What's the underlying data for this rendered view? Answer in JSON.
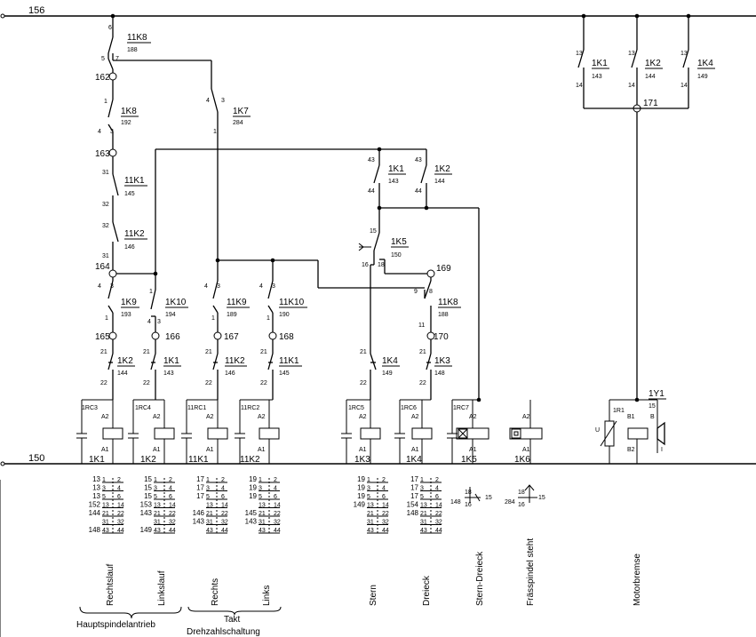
{
  "rails": {
    "top": "156",
    "bottom": "150"
  },
  "nodes": {
    "n162": "162",
    "n163": "163",
    "n164": "164",
    "n165": "165",
    "n166": "166",
    "n167": "167",
    "n168": "168",
    "n169": "169",
    "n170": "170",
    "n171": "171"
  },
  "contacts": {
    "c11K8a": {
      "name": "11K8",
      "ref": "188",
      "p1": "6",
      "p2": "5",
      "p3": "7"
    },
    "c1K8": {
      "name": "1K8",
      "ref": "192",
      "p1": "1",
      "p2": "4",
      "p3": "3"
    },
    "c1K7": {
      "name": "1K7",
      "ref": "284",
      "p1": "4",
      "p2": "3",
      "p3": "1"
    },
    "c11K1a": {
      "name": "11K1",
      "ref": "145",
      "p1": "31",
      "p2": "32"
    },
    "c11K2a": {
      "name": "11K2",
      "ref": "146",
      "p1": "32",
      "p2": "31"
    },
    "c1K9": {
      "name": "1K9",
      "ref": "193",
      "p1": "4",
      "p2": "3",
      "p3": "1"
    },
    "c1K10": {
      "name": "1K10",
      "ref": "194",
      "p1": "1",
      "p2": "4",
      "p3": "3"
    },
    "c11K9": {
      "name": "11K9",
      "ref": "189",
      "p1": "4",
      "p2": "3",
      "p3": "1"
    },
    "c11K10": {
      "name": "11K10",
      "ref": "190",
      "p1": "4",
      "p2": "3",
      "p3": "1"
    },
    "c1K2a": {
      "name": "1K2",
      "ref": "144",
      "p1": "21",
      "p2": "22"
    },
    "c1K1a": {
      "name": "1K1",
      "ref": "143",
      "p1": "21",
      "p2": "22"
    },
    "c11K2b": {
      "name": "11K2",
      "ref": "146",
      "p1": "21",
      "p2": "22"
    },
    "c11K1b": {
      "name": "11K1",
      "ref": "145",
      "p1": "21",
      "p2": "22"
    },
    "c1K1b": {
      "name": "1K1",
      "ref": "143",
      "p1": "43",
      "p2": "44"
    },
    "c1K2b": {
      "name": "1K2",
      "ref": "144",
      "p1": "43",
      "p2": "44"
    },
    "c1K5": {
      "name": "1K5",
      "ref": "150",
      "p1": "15",
      "p2": "16",
      "p3": "18"
    },
    "c11K8b": {
      "name": "11K8",
      "ref": "188",
      "p1": "9",
      "p2": "8",
      "p3": "11"
    },
    "c1K4a": {
      "name": "1K4",
      "ref": "149",
      "p1": "21",
      "p2": "22"
    },
    "c1K3a": {
      "name": "1K3",
      "ref": "148",
      "p1": "21",
      "p2": "22"
    },
    "c1K1c": {
      "name": "1K1",
      "ref": "143",
      "p1": "13",
      "p2": "14"
    },
    "c1K2c": {
      "name": "1K2",
      "ref": "144",
      "p1": "13",
      "p2": "14"
    },
    "c1K4b": {
      "name": "1K4",
      "ref": "149",
      "p1": "13",
      "p2": "14"
    }
  },
  "coils": {
    "k1": {
      "name": "1K1",
      "rc": "1RC3",
      "a1": "A1",
      "a2": "A2"
    },
    "k2": {
      "name": "1K2",
      "rc": "1RC4",
      "a1": "A1",
      "a2": "A2"
    },
    "k3": {
      "name": "11K1",
      "rc": "11RC1",
      "a1": "A1",
      "a2": "A2"
    },
    "k4": {
      "name": "11K2",
      "rc": "11RC2",
      "a1": "A1",
      "a2": "A2"
    },
    "k5": {
      "name": "1K3",
      "rc": "1RC5",
      "a1": "A1",
      "a2": "A2"
    },
    "k6": {
      "name": "1K4",
      "rc": "1RC6",
      "a1": "A1",
      "a2": "A2"
    },
    "k7": {
      "name": "1K5",
      "rc": "1RC7",
      "a1": "A1",
      "a2": "A2"
    },
    "k8": {
      "name": "1K6",
      "rc": "",
      "a1": "A1",
      "a2": "A2"
    },
    "y1": {
      "name": "1Y1",
      "ref": "15",
      "r": "1R1",
      "u": "U",
      "b1": "B1",
      "b2": "B2",
      "b": "B",
      "i": "I"
    }
  },
  "contact_tables": {
    "t1": {
      "rows": [
        [
          "13",
          "1",
          "2"
        ],
        [
          "13",
          "3",
          "4"
        ],
        [
          "13",
          "5",
          "6"
        ],
        [
          "152",
          "13",
          "14"
        ],
        [
          "144",
          "21",
          "22"
        ],
        [
          "",
          "31",
          "32"
        ],
        [
          "148",
          "43",
          "44"
        ]
      ]
    },
    "t2": {
      "rows": [
        [
          "15",
          "1",
          "2"
        ],
        [
          "15",
          "3",
          "4"
        ],
        [
          "15",
          "5",
          "6"
        ],
        [
          "153",
          "13",
          "14"
        ],
        [
          "143",
          "21",
          "22"
        ],
        [
          "",
          "31",
          "32"
        ],
        [
          "149",
          "43",
          "44"
        ]
      ]
    },
    "t3": {
      "rows": [
        [
          "17",
          "1",
          "2"
        ],
        [
          "17",
          "3",
          "4"
        ],
        [
          "17",
          "5",
          "6"
        ],
        [
          "",
          "13",
          "14"
        ],
        [
          "146",
          "21",
          "22"
        ],
        [
          "143",
          "31",
          "32"
        ],
        [
          "",
          "43",
          "44"
        ]
      ]
    },
    "t4": {
      "rows": [
        [
          "19",
          "1",
          "2"
        ],
        [
          "19",
          "3",
          "4"
        ],
        [
          "19",
          "5",
          "6"
        ],
        [
          "",
          "13",
          "14"
        ],
        [
          "145",
          "21",
          "22"
        ],
        [
          "143",
          "31",
          "32"
        ],
        [
          "",
          "43",
          "44"
        ]
      ]
    },
    "t5": {
      "rows": [
        [
          "19",
          "1",
          "2"
        ],
        [
          "19",
          "3",
          "4"
        ],
        [
          "19",
          "5",
          "6"
        ],
        [
          "149",
          "13",
          "14"
        ],
        [
          "",
          "21",
          "22"
        ],
        [
          "",
          "31",
          "32"
        ],
        [
          "",
          "43",
          "44"
        ]
      ]
    },
    "t6": {
      "rows": [
        [
          "17",
          "1",
          "2"
        ],
        [
          "17",
          "3",
          "4"
        ],
        [
          "17",
          "5",
          "6"
        ],
        [
          "154",
          "13",
          "14"
        ],
        [
          "148",
          "21",
          "22"
        ],
        [
          "",
          "31",
          "32"
        ],
        [
          "",
          "43",
          "44"
        ]
      ]
    }
  },
  "aux": {
    "a1_ref": "148",
    "a1_t1": "18",
    "a1_t2": "15",
    "a1_t3": "16",
    "a2_ref": "284",
    "a2_t1": "18",
    "a2_t2": "15",
    "a2_t3": "16"
  },
  "labels": {
    "rechtslauf": "Rechtslauf",
    "linkslauf": "Linkslauf",
    "rechts": "Rechts",
    "links": "Links",
    "stern": "Stern",
    "dreieck": "Dreieck",
    "stern_dreieck": "Stern-Dreieck",
    "fraesspindel": "Frässpindel steht",
    "motorbremse": "Motorbremse",
    "hauptspindel": "Hauptspindelantrieb",
    "takt": "Takt",
    "drehzahl": "Drehzahlschaltung"
  }
}
